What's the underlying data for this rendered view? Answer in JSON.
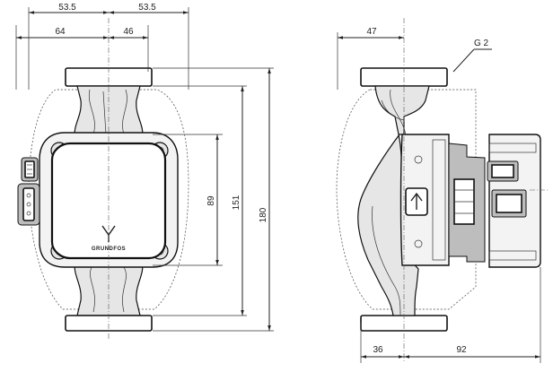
{
  "dimensions": {
    "front_top_left_half": "53.5",
    "front_top_right_half": "53.5",
    "front_left": "64",
    "front_right": "46",
    "front_box_height": "89",
    "front_mid_height": "151",
    "front_total_height": "180",
    "side_top": "47",
    "side_bottom_left": "36",
    "side_bottom_right": "92"
  },
  "labels": {
    "thread": "G 2",
    "logo": "GRUNDFOS"
  }
}
